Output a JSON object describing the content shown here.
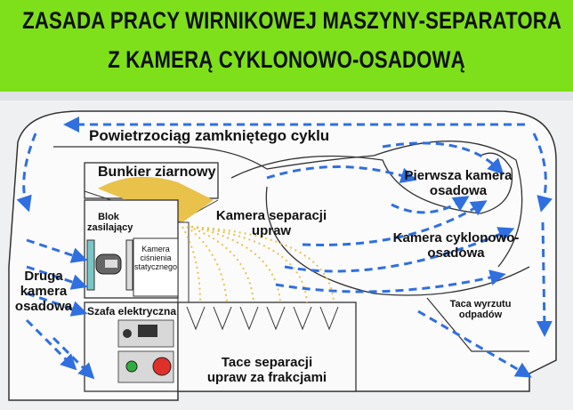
{
  "title": {
    "line1": "ZASADA PRACY WIRNIKOWEJ MASZYNY-SEPARATORA",
    "line2": "Z KAMERĄ CYKLONOWO-OSADOWĄ"
  },
  "labels": {
    "air_duct": "Powietrzociąg zamkniętego cyklu",
    "grain_bunker": "Bunkier ziarnowy",
    "power_block": "Blok zasilający",
    "static_pressure_chamber": "Kamera ciśnienia statycznego",
    "separation_chamber": "Kamera separacji upraw",
    "first_settling_chamber": "Pierwsza kamera osadowa",
    "cyclone_chamber": "Kamera cyklonowo-osadowa",
    "waste_tray": "Taca wyrzutu odpadów",
    "second_settling_chamber": "Druga kamera osadowa",
    "electrical_cabinet": "Szafa elektryczna",
    "fraction_trays": "Tace separacji upraw za frakcjami"
  },
  "colors": {
    "banner": "#7ee01a",
    "arrows": "#2f6fe0",
    "grain": "#e8c24a",
    "stop_button": "#e0302a",
    "start_button": "#2fae3c"
  }
}
